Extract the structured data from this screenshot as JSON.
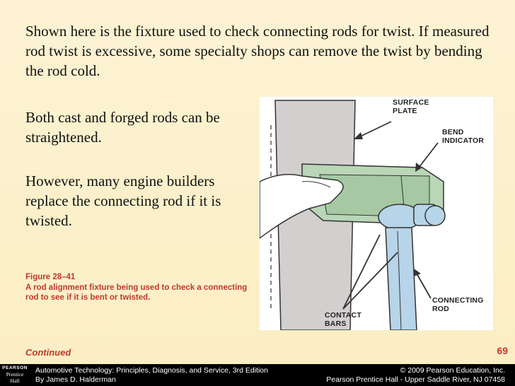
{
  "intro_text": "Shown here is the fixture used to check connecting rods for twist. If measured rod twist is excessive, some specialty shops can remove the twist by bending the rod cold.",
  "para1": "Both cast and forged rods can be straightened.",
  "para2": "However, many engine builders replace the connecting rod if it is twisted.",
  "caption": {
    "number": "Figure 28–41",
    "text": "A rod alignment fixture being used to check a connecting rod to see if it is bent or twisted."
  },
  "figure_labels": {
    "surface_plate_1": "SURFACE",
    "surface_plate_2": "PLATE",
    "bend_indicator_1": "BEND",
    "bend_indicator_2": "INDICATOR",
    "connecting_rod_1": "CONNECTING",
    "connecting_rod_2": "ROD",
    "contact_bars_1": "CONTACT",
    "contact_bars_2": "BARS"
  },
  "continued": "Continued",
  "page_number": "69",
  "footer": {
    "logo_line1": "PEARSON",
    "logo_line2": "Prentice",
    "logo_line3": "Hall",
    "left_line1": "Automotive Technology: Principles, Diagnosis, and Service, 3rd Edition",
    "left_line2": "By James D. Halderman",
    "right_line1": "© 2009 Pearson Education, Inc.",
    "right_line2": "Pearson Prentice Hall - Upper Saddle River, NJ 07458"
  },
  "colors": {
    "background": "#fbeec4",
    "caption_red": "#c0392b",
    "footer_bg": "#000000"
  }
}
